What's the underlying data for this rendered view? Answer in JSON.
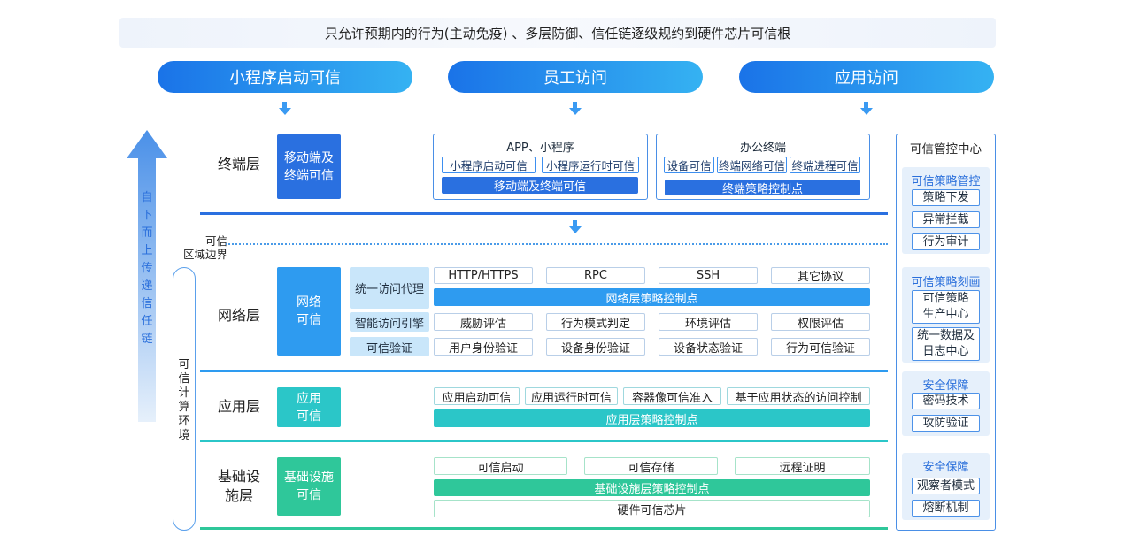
{
  "banner": "只允许预期内的行为(主动免疫) 、多层防御、信任链逐级规约到硬件芯片可信根",
  "pills": [
    "小程序启动可信",
    "员工访问",
    "应用访问"
  ],
  "left_arrow_text": "自下而上传递信任链",
  "boundary_label_1": "可信",
  "boundary_label_2": "区域边界",
  "compute_env_label": "可信计算环境",
  "terminal": {
    "label": "终端层",
    "tag": "移动端及终端可信",
    "box1_title": "APP、小程序",
    "box1_items": [
      "小程序启动可信",
      "小程序运行时可信"
    ],
    "box1_bar": "移动端及终端可信",
    "box2_title": "办公终端",
    "box2_items": [
      "设备可信",
      "终端网络可信",
      "终端进程可信"
    ],
    "box2_bar": "终端策略控制点"
  },
  "network": {
    "label": "网络层",
    "tag": "网络可信",
    "side": [
      "统一访问代理",
      "智能访问引擎",
      "可信验证"
    ],
    "protocols": [
      "HTTP/HTTPS",
      "RPC",
      "SSH",
      "其它协议"
    ],
    "policy_bar": "网络层策略控制点",
    "engine_items": [
      "威胁评估",
      "行为模式判定",
      "环境评估",
      "权限评估"
    ],
    "verify_items": [
      "用户身份验证",
      "设备身份验证",
      "设备状态验证",
      "行为可信验证"
    ]
  },
  "application": {
    "label": "应用层",
    "tag": "应用可信",
    "items": [
      "应用启动可信",
      "应用运行时可信",
      "容器像可信准入",
      "基于应用状态的访问控制"
    ],
    "policy_bar": "应用层策略控制点"
  },
  "infra": {
    "label": "基础设施层",
    "tag": "基础设施可信",
    "items": [
      "可信启动",
      "可信存储",
      "远程证明"
    ],
    "policy_bar": "基础设施层策略控制点",
    "chip": "硬件可信芯片"
  },
  "right_panel": {
    "title": "可信管控中心",
    "groups": [
      {
        "title": "可信策略管控",
        "items": [
          "策略下发",
          "异常拦截",
          "行为审计"
        ]
      },
      {
        "title": "可信策略刻画",
        "items": [
          "可信策略生产中心",
          "统一数据及日志中心"
        ]
      },
      {
        "title": "安全保障",
        "items": [
          "密码技术",
          "攻防验证"
        ]
      },
      {
        "title": "安全保障",
        "items": [
          "观察者模式",
          "熔断机制"
        ]
      }
    ]
  },
  "colors": {
    "blue_dark": "#2a70e0",
    "blue_mid": "#2e9bf0",
    "teal": "#2bc6c8",
    "green": "#2fc79a"
  }
}
